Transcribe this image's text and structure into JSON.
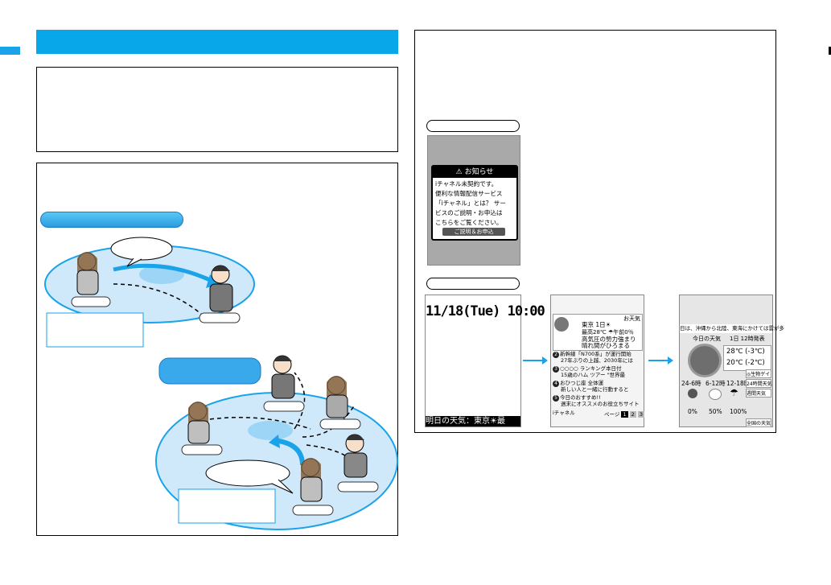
{
  "notice": {
    "title": "お知らせ",
    "line1": "iチャネル未契約です。",
    "line2": "便利な情報配信サービス",
    "line3": "「iチャネル」とは？ サー",
    "line4": "ビスのご説明・お申込は",
    "line5": "こちらをご覧ください。",
    "button": "ご説明＆お申込"
  },
  "standby": {
    "time": "11/18(Tue) 10:00",
    "ticker": "明日の天気：東京☀最"
  },
  "channel_list": {
    "header": "お天気",
    "item1_line1": "東京 1日☀",
    "item1_line2": "最高28℃ ☂午前0％",
    "item1_line3": "高気圧の勢力強まり",
    "item1_line4": "晴れ間がひろまる",
    "item2_line1": "新幹線「N700系」が運行開始",
    "item2_line2": "27年ぶりの上越、2030年には",
    "item3_line1": "○○○○ ランキング本日付",
    "item3_line2": "15歳のハム ツアー \"世界最",
    "item4_line1": "おひつじ座 全体運",
    "item4_line2": "新しい人と一緒に行動すると",
    "item5_line1": "今日のおすすめ!!",
    "item5_line2": "週末にオススメのお役立ちサイト",
    "footer_left": "iチャネル",
    "footer_page": "ページ",
    "page_current": "1",
    "page_2": "2",
    "page_3": "3"
  },
  "weather": {
    "banner": "日は、沖縄から北陸、東海にかけては雲が多",
    "today_label": "今日の天気",
    "date_label": "1日 12時発表",
    "temp_high": "28℃ (-3℃)",
    "temp_low": "20℃ (-2℃)",
    "side1": "◎生物ゲイ",
    "side2": "24時間天気",
    "side3": "週間天気",
    "side4": "全国の天気",
    "slot1": "24-6時",
    "slot2": "6-12時",
    "slot3": "12-18時",
    "pct1": "0%",
    "pct2": "50%",
    "pct3": "100%"
  },
  "colors": {
    "accent": "#08a7ea",
    "halo": "#cfe9fb"
  }
}
